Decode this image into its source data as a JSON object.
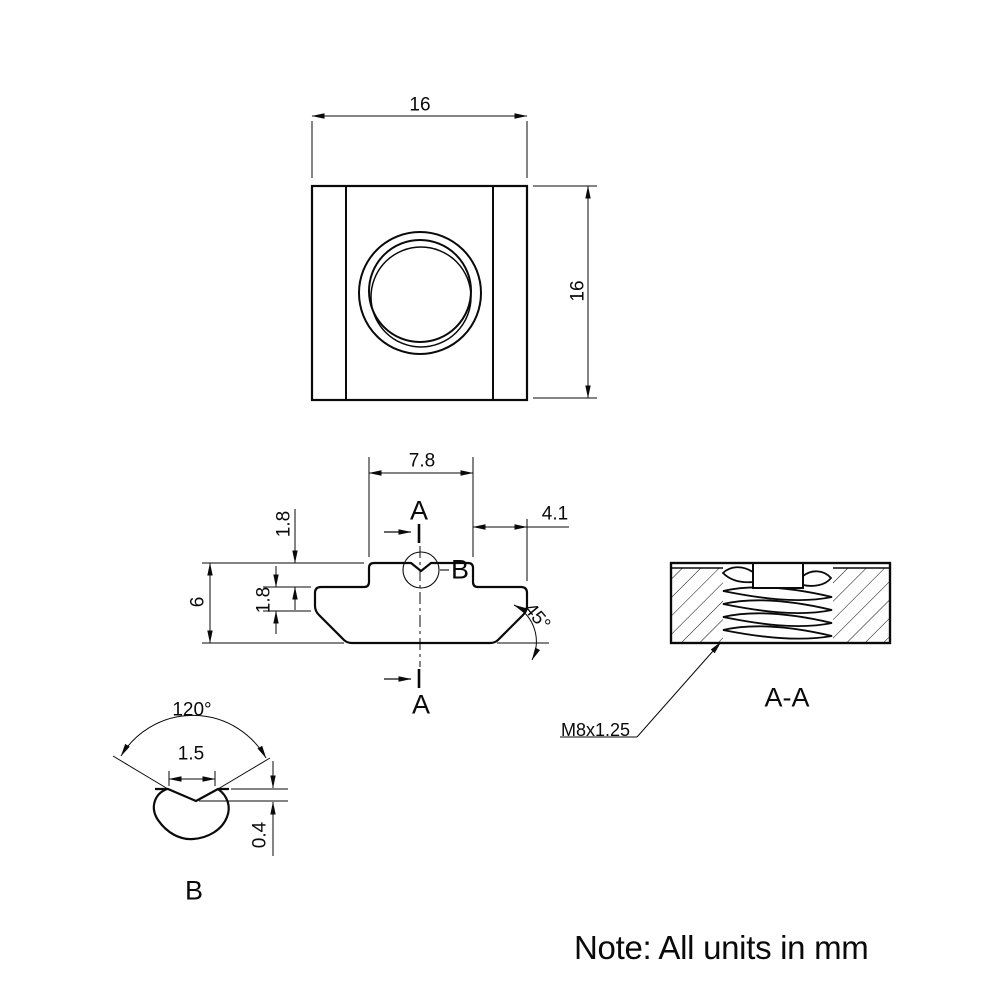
{
  "colors": {
    "ink": "#0a0a0a",
    "background": "#ffffff"
  },
  "top_view": {
    "name": "top-view",
    "dim_width": "16",
    "dim_height": "16"
  },
  "front_view": {
    "name": "front-view",
    "dim_tongue_width": "7.8",
    "dim_side_offset": "4.1",
    "dim_groove_step": "1.8",
    "dim_step_height": "1.8",
    "dim_total_height": "6",
    "dim_chamfer_angle": "45°",
    "section_marker_top": "A",
    "section_marker_bottom": "A",
    "detail_marker": "B"
  },
  "section_view": {
    "title": "A-A",
    "thread_callout": "M8x1.25"
  },
  "detail_view": {
    "title": "B",
    "dim_angle": "120°",
    "dim_notch_width": "1.5",
    "dim_notch_depth": "0.4"
  },
  "note": {
    "text": "Note: All units in mm"
  }
}
